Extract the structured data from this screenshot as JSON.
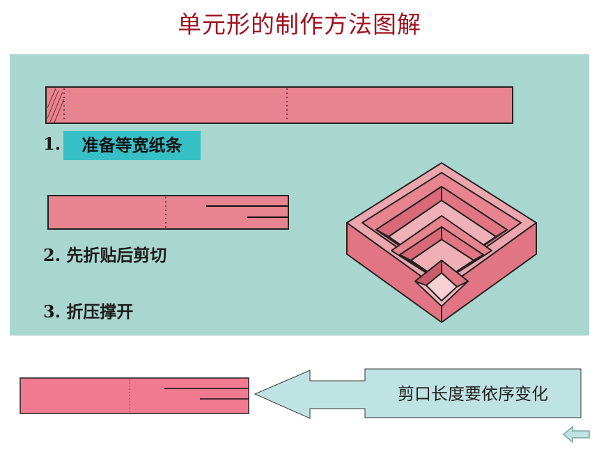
{
  "slide": {
    "title": "单元形的制作方法图解",
    "steps": [
      {
        "number": "1.",
        "label": "准备等宽纸条"
      },
      {
        "number": "2.",
        "label": "先折贴后剪切"
      },
      {
        "number": "3.",
        "label": "折压撑开"
      }
    ],
    "callout": "剪口长度要依序变化",
    "nav": {
      "back_icon": "arrow-left-icon"
    }
  },
  "colors": {
    "title": "#a0121f",
    "panel": "#a9d6cf",
    "strip": "#e8848f",
    "strip_bottom": "#f17a90",
    "label_highlight": "#37bfc6",
    "callout_fill": "#bfe3e2"
  }
}
